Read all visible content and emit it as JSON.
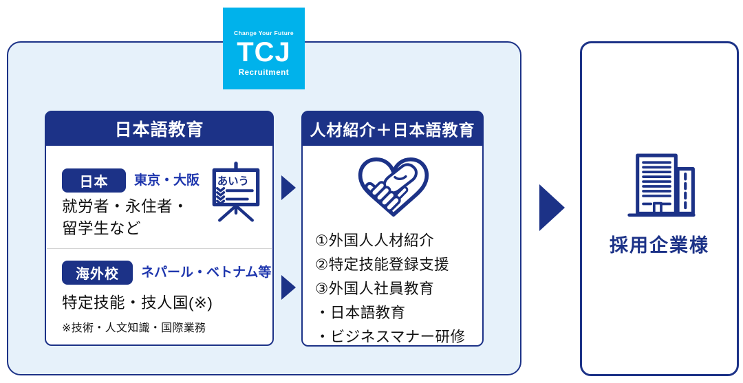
{
  "logo": {
    "tagline": "Change Your Future",
    "name": "TCJ",
    "sub": "Recruitment"
  },
  "left_card": {
    "header": "日本語教育",
    "japan": {
      "badge": "日本",
      "location": "東京・大阪",
      "desc_line1": "就労者・永住者・",
      "desc_line2": "留学生など",
      "board_text": "あいう"
    },
    "overseas": {
      "badge": "海外校",
      "location": "ネパール・ベトナム等",
      "desc": "特定技能・技人国(※)",
      "note": "※技術・人文知識・国際業務"
    }
  },
  "right_card": {
    "header": "人材紹介＋日本語教育",
    "items": [
      "①外国人人材紹介",
      "②特定技能登録支援",
      "③外国人社員教育",
      "・日本語教育",
      "・ビジネスマナー研修"
    ]
  },
  "company_box": {
    "label": "採用企業様"
  },
  "icons": {
    "logo": "tcj-logo",
    "left_card": "presentation-board-icon",
    "right_card": "handshake-heart-icon",
    "company": "building-icon",
    "flow": "arrow-right-icon"
  },
  "colors": {
    "navy": "#1c3287",
    "cyan": "#00b2eb",
    "light_blue": "#e6f1fa",
    "accent_blue": "#1d35ad"
  }
}
